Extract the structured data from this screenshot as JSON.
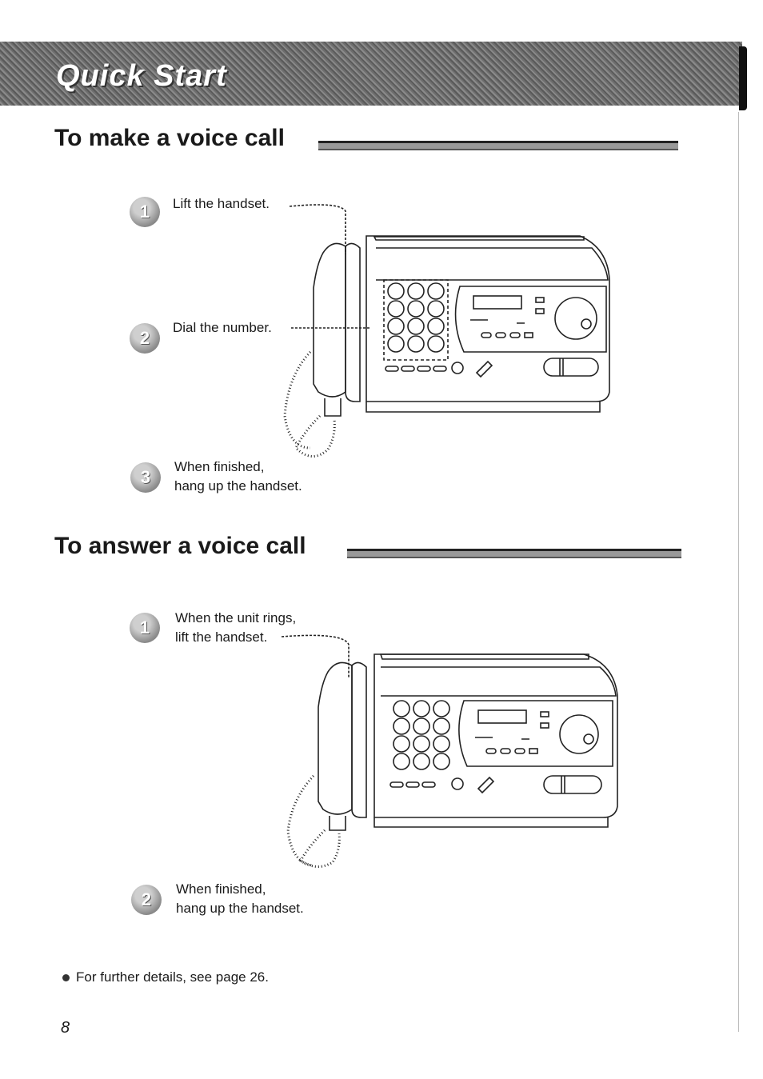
{
  "banner": {
    "title": "Quick Start"
  },
  "sections": [
    {
      "heading": "To make a voice call",
      "steps": [
        {
          "number": "1",
          "lines": [
            "Lift the handset."
          ]
        },
        {
          "number": "2",
          "lines": [
            "Dial the number."
          ]
        },
        {
          "number": "3",
          "lines": [
            "When finished,",
            "hang up the handset."
          ]
        }
      ]
    },
    {
      "heading": "To answer a voice call",
      "steps": [
        {
          "number": "1",
          "lines": [
            "When the unit rings,",
            "lift the handset."
          ]
        },
        {
          "number": "2",
          "lines": [
            "When finished,",
            "hang up the handset."
          ]
        }
      ]
    }
  ],
  "note": "For further details, see page 26.",
  "page_number": "8",
  "icons": [
    "step-number-badge-icon",
    "fax-machine-icon",
    "bullet-icon"
  ]
}
